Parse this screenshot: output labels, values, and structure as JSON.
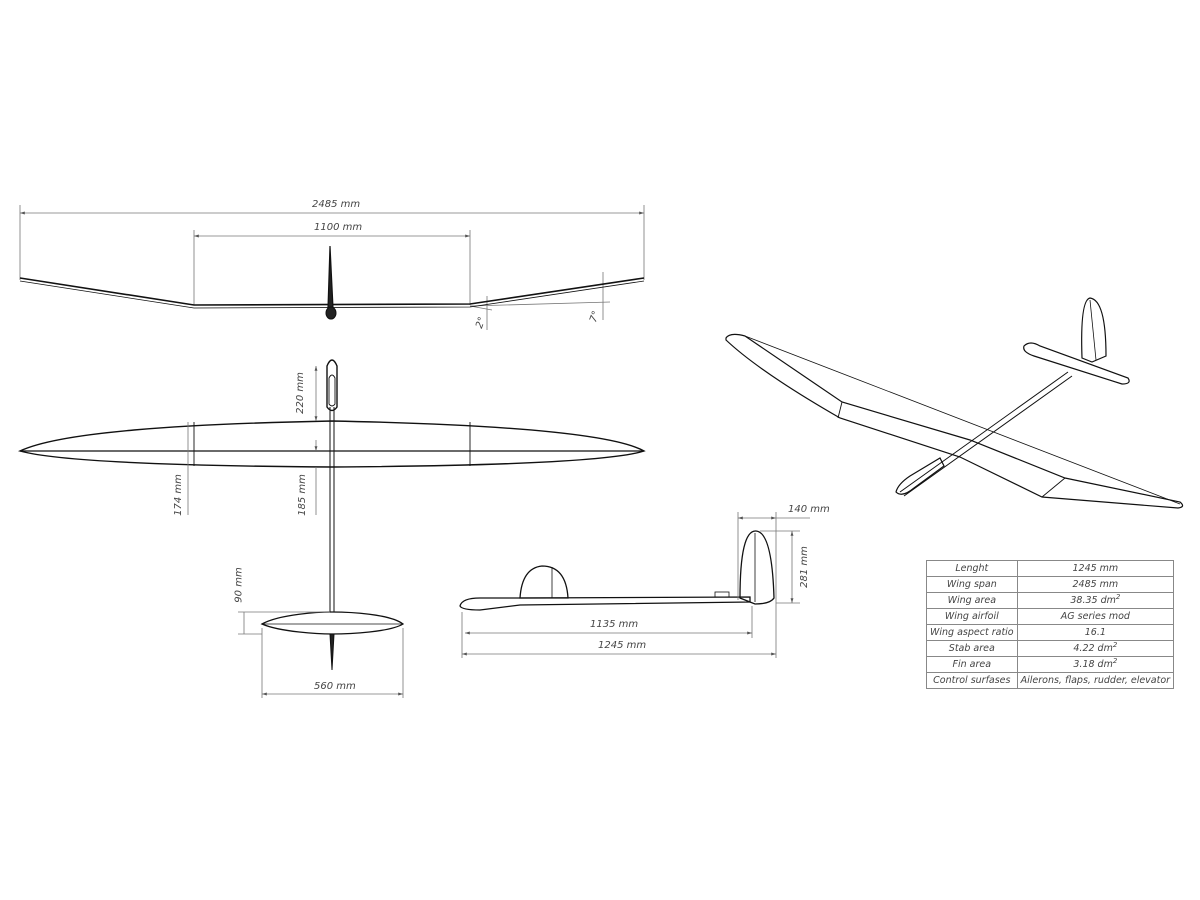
{
  "front_view": {
    "span_label": "2485 mm",
    "center_section_label": "1100 mm",
    "dihedral_inner_label": "2°",
    "dihedral_outer_label": "7°"
  },
  "top_view": {
    "nose_length_label": "220 mm",
    "root_chord_label": "174 mm",
    "wing_offset_label": "185 mm",
    "stab_chord_label": "90 mm",
    "stab_span_label": "560 mm"
  },
  "side_view": {
    "fin_chord_label": "140 mm",
    "fin_height_label": "281 mm",
    "tail_length_label": "1135 mm",
    "overall_length_label": "1245 mm"
  },
  "spec_table": {
    "rows": [
      {
        "key": "Lenght",
        "value": "1245 mm",
        "sup": ""
      },
      {
        "key": "Wing span",
        "value": "2485 mm",
        "sup": ""
      },
      {
        "key": "Wing area",
        "value": "38.35 dm",
        "sup": "2"
      },
      {
        "key": "Wing airfoil",
        "value": "AG series mod",
        "sup": ""
      },
      {
        "key": "Wing aspect ratio",
        "value": "16.1",
        "sup": ""
      },
      {
        "key": "Stab area",
        "value": "4.22 dm",
        "sup": "2"
      },
      {
        "key": "Fin area",
        "value": "3.18 dm",
        "sup": "2"
      },
      {
        "key": "Control surfases",
        "value": "Ailerons, flaps, rudder, elevator",
        "sup": ""
      }
    ]
  },
  "colors": {
    "line": "#111111",
    "dimension": "#777777",
    "background": "#ffffff"
  }
}
